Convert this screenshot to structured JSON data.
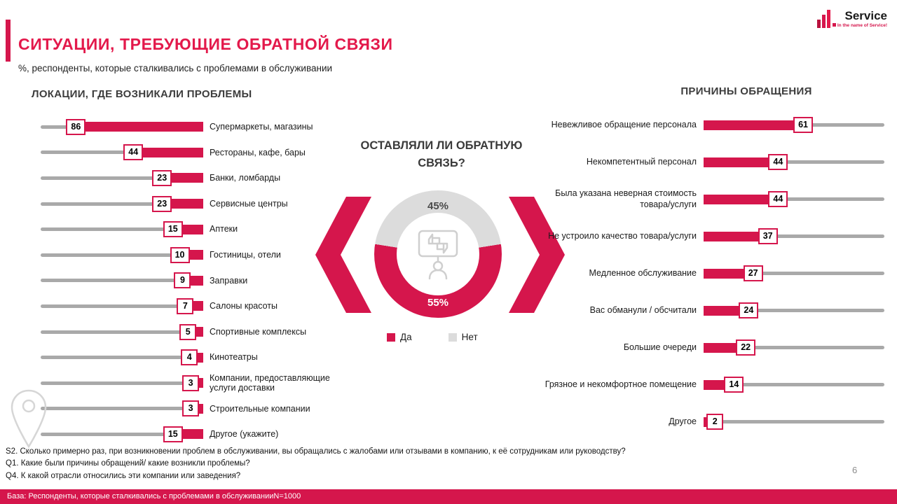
{
  "colors": {
    "accent": "#d5164c",
    "title": "#e3194b",
    "track": "#a9a9a9",
    "donut_no": "#dcdcdc",
    "heading": "#3d3d3d",
    "text": "#1f1f1f"
  },
  "header": {
    "title": "СИТУАЦИИ, ТРЕБУЮЩИЕ ОБРАТНОЙ СВЯЗИ",
    "subtitle": "%, респонденты, которые сталкивались с проблемами в обслуживании"
  },
  "logo": {
    "name": "Service",
    "tagline": "In the name of Service!"
  },
  "locations": {
    "title": "ЛОКАЦИИ, ГДЕ ВОЗНИКАЛИ ПРОБЛЕМЫ",
    "items": [
      {
        "label": "Супермаркеты, магазины",
        "value": 86
      },
      {
        "label": "Рестораны, кафе, бары",
        "value": 44
      },
      {
        "label": "Банки, ломбарды",
        "value": 23
      },
      {
        "label": "Сервисные центры",
        "value": 23
      },
      {
        "label": "Аптеки",
        "value": 15
      },
      {
        "label": "Гостиницы, отели",
        "value": 10
      },
      {
        "label": "Заправки",
        "value": 9
      },
      {
        "label": "Салоны красоты",
        "value": 7
      },
      {
        "label": "Спортивные комплексы",
        "value": 5
      },
      {
        "label": "Кинотеатры",
        "value": 4
      },
      {
        "label": "Компании, предоставляющие услуги доставки",
        "value": 3
      },
      {
        "label": "Строительные компании",
        "value": 3
      },
      {
        "label": "Другое (укажите)",
        "value": 15
      }
    ]
  },
  "center": {
    "title": "ОСТАВЛЯЛИ ЛИ ОБРАТНУЮ СВЯЗЬ?",
    "no_value": "45%",
    "yes_value": "55%",
    "yes_label": "Да",
    "no_label": "Нет"
  },
  "reasons": {
    "title": "ПРИЧИНЫ ОБРАЩЕНИЯ",
    "items": [
      {
        "label": "Невежливое обращение персонала",
        "value": 61
      },
      {
        "label": "Некомпетентный персонал",
        "value": 44
      },
      {
        "label": "Была указана неверная стоимость товара/услуги",
        "value": 44
      },
      {
        "label": "Не устроило качество товара/услуги",
        "value": 37
      },
      {
        "label": "Медленное обслуживание",
        "value": 27
      },
      {
        "label": "Вас обманули / обсчитали",
        "value": 24
      },
      {
        "label": "Большие очереди",
        "value": 22
      },
      {
        "label": "Грязное и некомфортное помещение",
        "value": 14
      },
      {
        "label": "Другое",
        "value": 2
      }
    ]
  },
  "footnotes": [
    {
      "text": "S2. Сколько примерно раз, при возникновении  проблем в обслуживании, вы обращались с жалобами или отзывами в компанию, к её сотрудникам или руководству?"
    },
    {
      "text": "Q1.  Какие были причины обращений/ какие возникли проблемы?"
    },
    {
      "text": "Q4.  К какой отрасли относились эти компании или заведения?"
    }
  ],
  "page_number": "6",
  "footer": "База: Респонденты, которые сталкивались с проблемами в обслуживанииN=1000",
  "chart_data": [
    {
      "type": "bar",
      "orientation": "horizontal",
      "title": "ЛОКАЦИИ, ГДЕ ВОЗНИКАЛИ ПРОБЛЕМЫ",
      "unit": "%",
      "categories": [
        "Супермаркеты, магазины",
        "Рестораны, кафе, бары",
        "Банки, ломбарды",
        "Сервисные центры",
        "Аптеки",
        "Гостиницы, отели",
        "Заправки",
        "Салоны красоты",
        "Спортивные комплексы",
        "Кинотеатры",
        "Компании, предоставляющие услуги доставки",
        "Строительные компании",
        "Другое (укажите)"
      ],
      "values": [
        86,
        44,
        23,
        23,
        15,
        10,
        9,
        7,
        5,
        4,
        3,
        3,
        15
      ],
      "xlim": [
        0,
        100
      ]
    },
    {
      "type": "pie",
      "title": "ОСТАВЛЯЛИ ЛИ ОБРАТНУЮ СВЯЗЬ?",
      "labels": [
        "Да",
        "Нет"
      ],
      "values": [
        55,
        45
      ],
      "unit": "%",
      "colors": [
        "#d5164c",
        "#dcdcdc"
      ],
      "legend_position": "bottom"
    },
    {
      "type": "bar",
      "orientation": "horizontal",
      "title": "ПРИЧИНЫ ОБРАЩЕНИЯ",
      "unit": "%",
      "categories": [
        "Невежливое обращение персонала",
        "Некомпетентный персонал",
        "Была указана неверная стоимость товара/услуги",
        "Не устроило качество товара/услуги",
        "Медленное обслуживание",
        "Вас обманули / обсчитали",
        "Большие очереди",
        "Грязное и некомфортное помещение",
        "Другое"
      ],
      "values": [
        61,
        44,
        44,
        37,
        27,
        24,
        22,
        14,
        2
      ],
      "xlim": [
        0,
        100
      ]
    }
  ]
}
